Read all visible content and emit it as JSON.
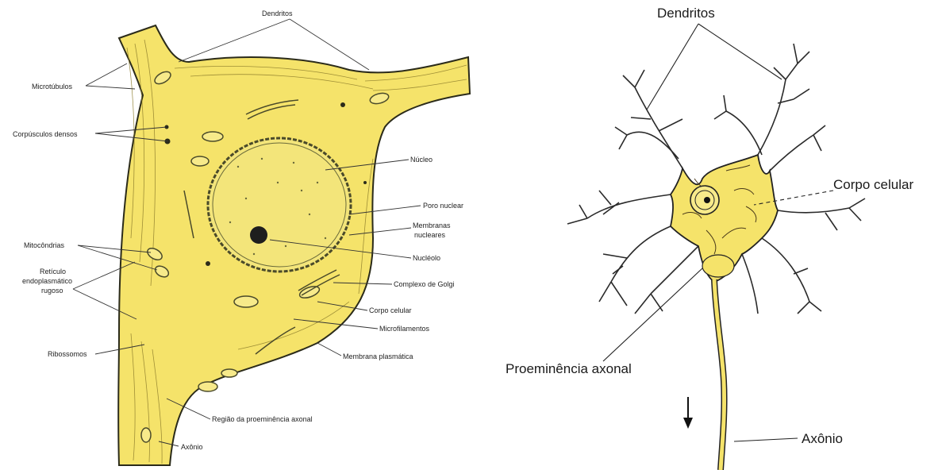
{
  "colors": {
    "cytoplasm": "#f5e36a",
    "outline": "#2b2b1a",
    "organelle": "#6b6a3a",
    "nucleolus": "#1e1e1e"
  },
  "left_diagram": {
    "labels": {
      "dendritos": "Dendritos",
      "microtubulos": "Microtúbulos",
      "corpusculos_densos": "Corpúsculos densos",
      "nucleo": "Núcleo",
      "poro_nuclear": "Poro nuclear",
      "membranas_nucleares_1": "Membranas",
      "membranas_nucleares_2": "nucleares",
      "mitocondrias": "Mitocôndrias",
      "reticulo_1": "Retículo",
      "reticulo_2": "endoplasmático",
      "reticulo_3": "rugoso",
      "nucleolo": "Nucléolo",
      "complexo_golgi": "Complexo de Golgi",
      "corpo_celular": "Corpo celular",
      "microfilamentos": "Microfilamentos",
      "ribossomos": "Ribossomos",
      "membrana_plasmatica": "Membrana plasmática",
      "regiao_axonal": "Região da proeminência axonal",
      "axonio": "Axônio"
    }
  },
  "right_diagram": {
    "labels": {
      "dendritos": "Dendritos",
      "corpo_celular": "Corpo celular",
      "proeminencia": "Proeminência axonal",
      "axonio": "Axônio"
    }
  }
}
